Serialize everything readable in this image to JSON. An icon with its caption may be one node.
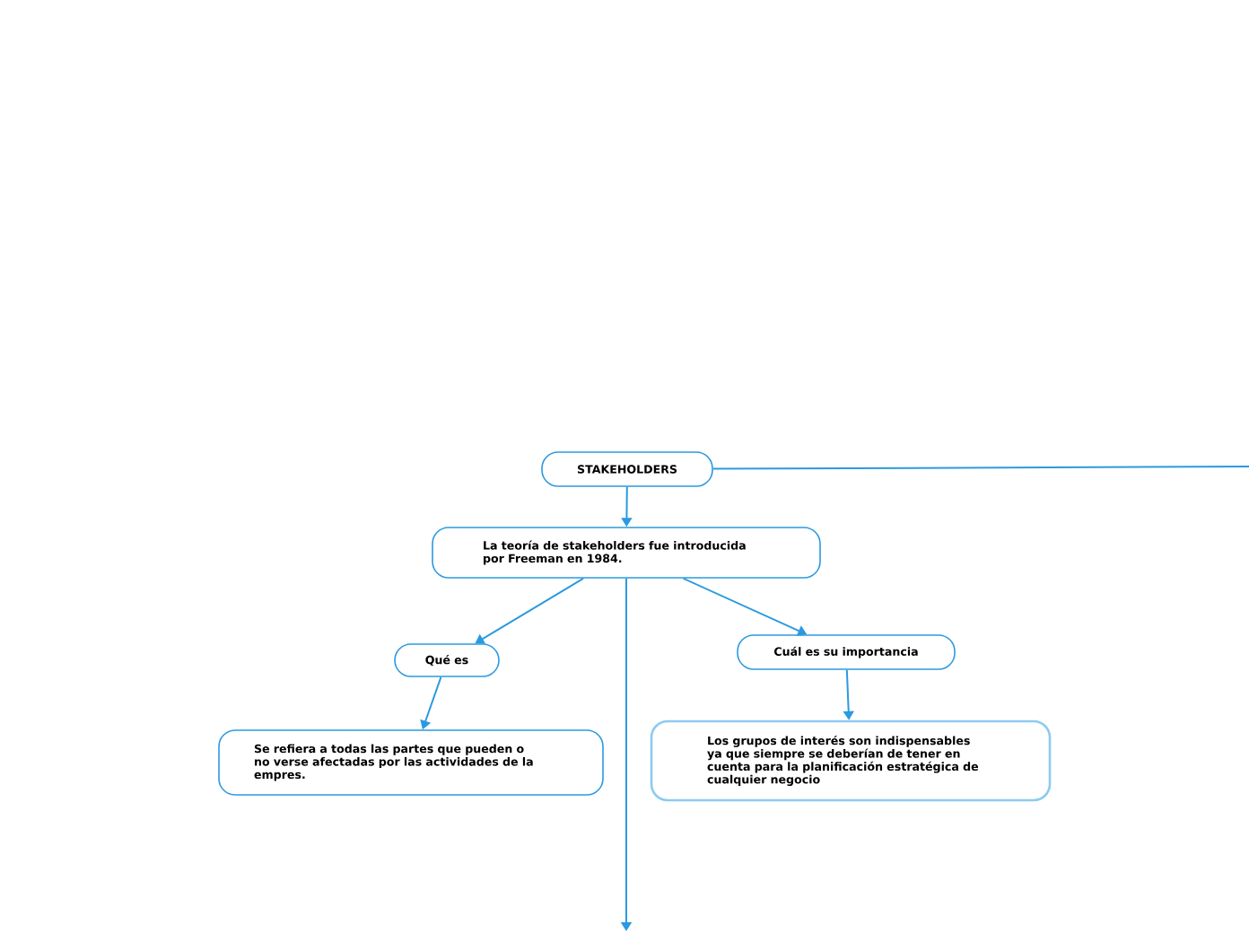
{
  "diagram": {
    "nodes": [
      {
        "text": [
          "STAKEHOLDERS"
        ]
      },
      {
        "text": [
          "La teoría de stakeholders fue introducida por Freeman en 1984."
        ]
      },
      {
        "text": [
          "Qué es"
        ]
      },
      {
        "text": [
          "Cuál es su importancia"
        ]
      },
      {
        "text": [
          "Se refiera a todas las partes que pueden o no verse afectadas por las actividades de la empres."
        ]
      },
      {
        "text": [
          "Los grupos de interés son indispensables ya que siempre se deberían de tener en cuenta para la planificación estratégica de cualquier negocio"
        ]
      }
    ],
    "edges": [
      {
        "from": 0,
        "to": 1,
        "arrow": "to"
      },
      {
        "from": 1,
        "to": 2,
        "arrow": "to"
      },
      {
        "from": 1,
        "to": 3,
        "arrow": "to"
      },
      {
        "from": 2,
        "to": 4,
        "arrow": "to"
      },
      {
        "from": 3,
        "to": 5,
        "arrow": "to"
      },
      {
        "from": 0,
        "to": null,
        "arrow": "none"
      },
      {
        "from": 1,
        "to": null,
        "arrow": "to"
      }
    ]
  }
}
